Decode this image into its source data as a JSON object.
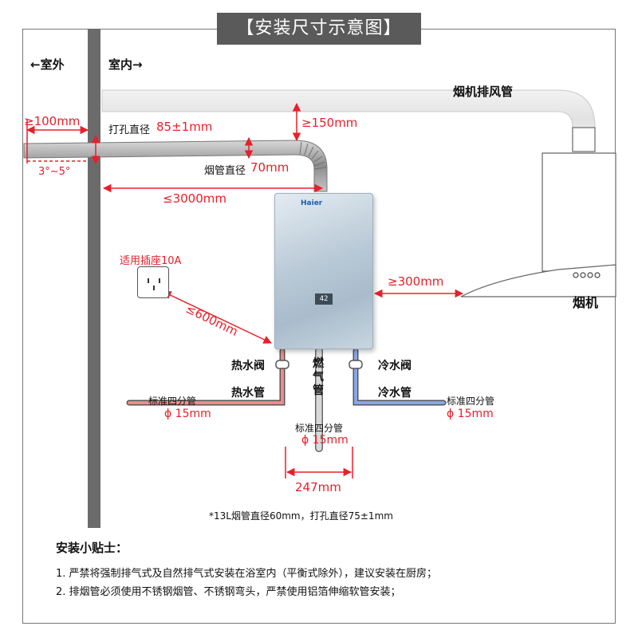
{
  "title": "【安装尺寸示意图】",
  "labels": {
    "outdoor": "←室外",
    "indoor": "室内→",
    "hood_duct": "烟机排风管",
    "d100": "≥100mm",
    "hole_label": "打孔直径",
    "hole_value": "85±1mm",
    "slope": "3°~5°",
    "d150": "≥150mm",
    "pipe_label": "烟管直径",
    "pipe_value": "70mm",
    "d3000": "≤3000mm",
    "brand": "Haier",
    "display": "42",
    "socket": "适用插座10A",
    "d600": "≤600mm",
    "d300": "≥300mm",
    "hood": "烟机",
    "hot_valve": "热水阀",
    "hot_pipe": "热水管",
    "gas_pipe": "燃气管",
    "cold_valve": "冷水阀",
    "cold_pipe": "冷水管",
    "std_left": "标准四分管",
    "phi_left": "ϕ 15mm",
    "std_mid": "标准四分管",
    "phi_mid": "ϕ 15mm",
    "std_right": "标准四分管",
    "phi_right": "ϕ 15mm",
    "d247": "247mm",
    "footnote": "*13L烟管直径60mm，打孔直径75±1mm"
  },
  "tips": {
    "heading": "安装小贴士：",
    "items": [
      "1. 严禁将强制排气式及自然排气式安装在浴室内（平衡式除外），建议安装在厨房；",
      "2. 排烟管必须使用不锈钢烟管、不锈钢弯头，严禁使用铝箔伸缩软管安装；"
    ]
  },
  "colors": {
    "dimension": "#e8202a",
    "hot_pipe": "#f08a8a",
    "cold_pipe": "#8aa6e8",
    "wall": "#6b6b6b",
    "flue": "#9a9a9a"
  },
  "icons": [
    "power-socket-icon",
    "range-hood-icon",
    "water-heater-icon"
  ]
}
